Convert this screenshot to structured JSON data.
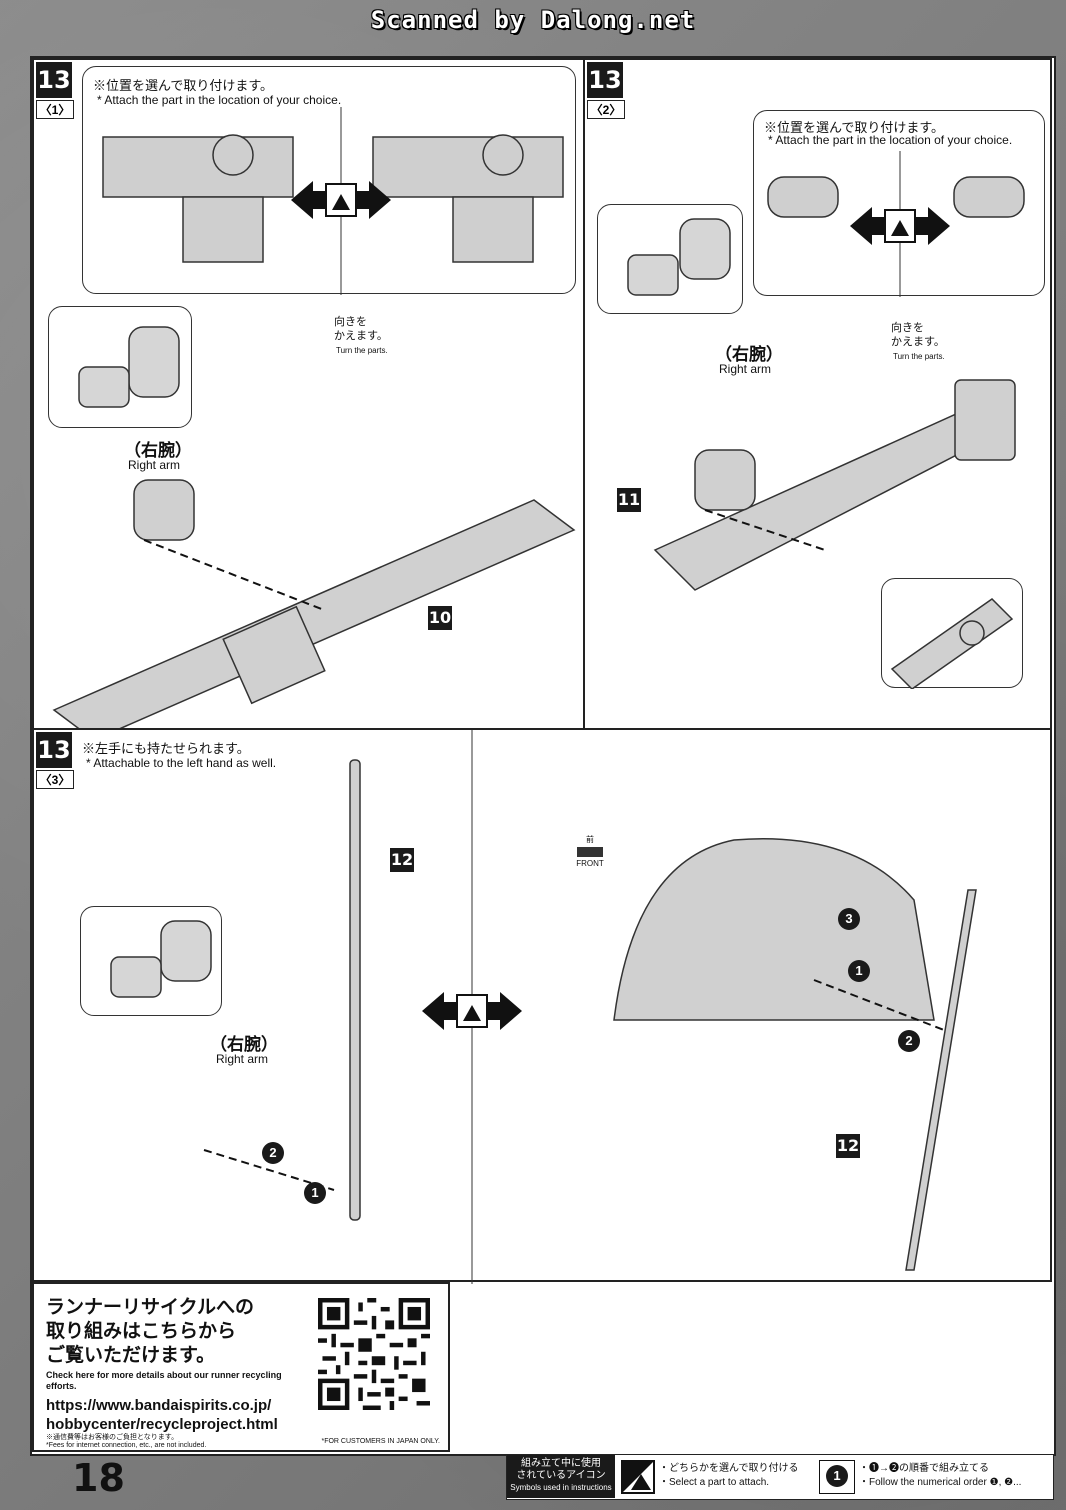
{
  "watermark": "Scanned by Dalong.net",
  "steps": [
    {
      "number": "13",
      "sub": "〈1〉",
      "note_jp": "※位置を選んで取り付けます。",
      "note_en": "* Attach the part in the location of your choice.",
      "turn_jp_1": "向きを",
      "turn_jp_2": "かえます。",
      "turn_en": "Turn the parts.",
      "arm_jp": "（右腕）",
      "arm_en": "Right arm",
      "part": "10"
    },
    {
      "number": "13",
      "sub": "〈2〉",
      "note_jp": "※位置を選んで取り付けます。",
      "note_en": "* Attach the part in the location of your choice.",
      "turn_jp_1": "向きを",
      "turn_jp_2": "かえます。",
      "turn_en": "Turn the parts.",
      "arm_jp": "（右腕）",
      "arm_en": "Right arm",
      "part": "11"
    },
    {
      "number": "13",
      "sub": "〈3〉",
      "note_jp": "※左手にも持たせられます。",
      "note_en": "* Attachable to the left hand as well.",
      "arm_jp": "（右腕）",
      "arm_en": "Right arm",
      "part_a": "12",
      "part_b": "12",
      "seq_1": "1",
      "seq_2": "2",
      "seq_3": "3",
      "front_jp": "前",
      "front_en": "FRONT"
    }
  ],
  "recycle": {
    "title_1": "ランナーリサイクルへの",
    "title_2": "取り組みはこちらから",
    "title_3": "ご覧いただけます。",
    "en": "Check here for more details about our runner recycling efforts.",
    "url_1": "https://www.bandaispirits.co.jp/",
    "url_2": "hobbycenter/recycleproject.html",
    "fee_jp": "※通信費等はお客様のご負担となります。",
    "fee_en": "*Fees for internet connection, etc., are not included.",
    "customers": "*FOR CUSTOMERS IN JAPAN ONLY."
  },
  "page_number": "18",
  "legend": {
    "head_1": "組み立て中に使用",
    "head_2": "されているアイコン",
    "head_3": "Symbols used in instructions",
    "choose_jp": "・どちらかを選んで取り付ける",
    "choose_en": "・Select a part to attach.",
    "order_icon": "1",
    "order_jp": "・❶→❷の順番で組み立てる",
    "order_en": "・Follow the numerical order ❶, ❷..."
  }
}
